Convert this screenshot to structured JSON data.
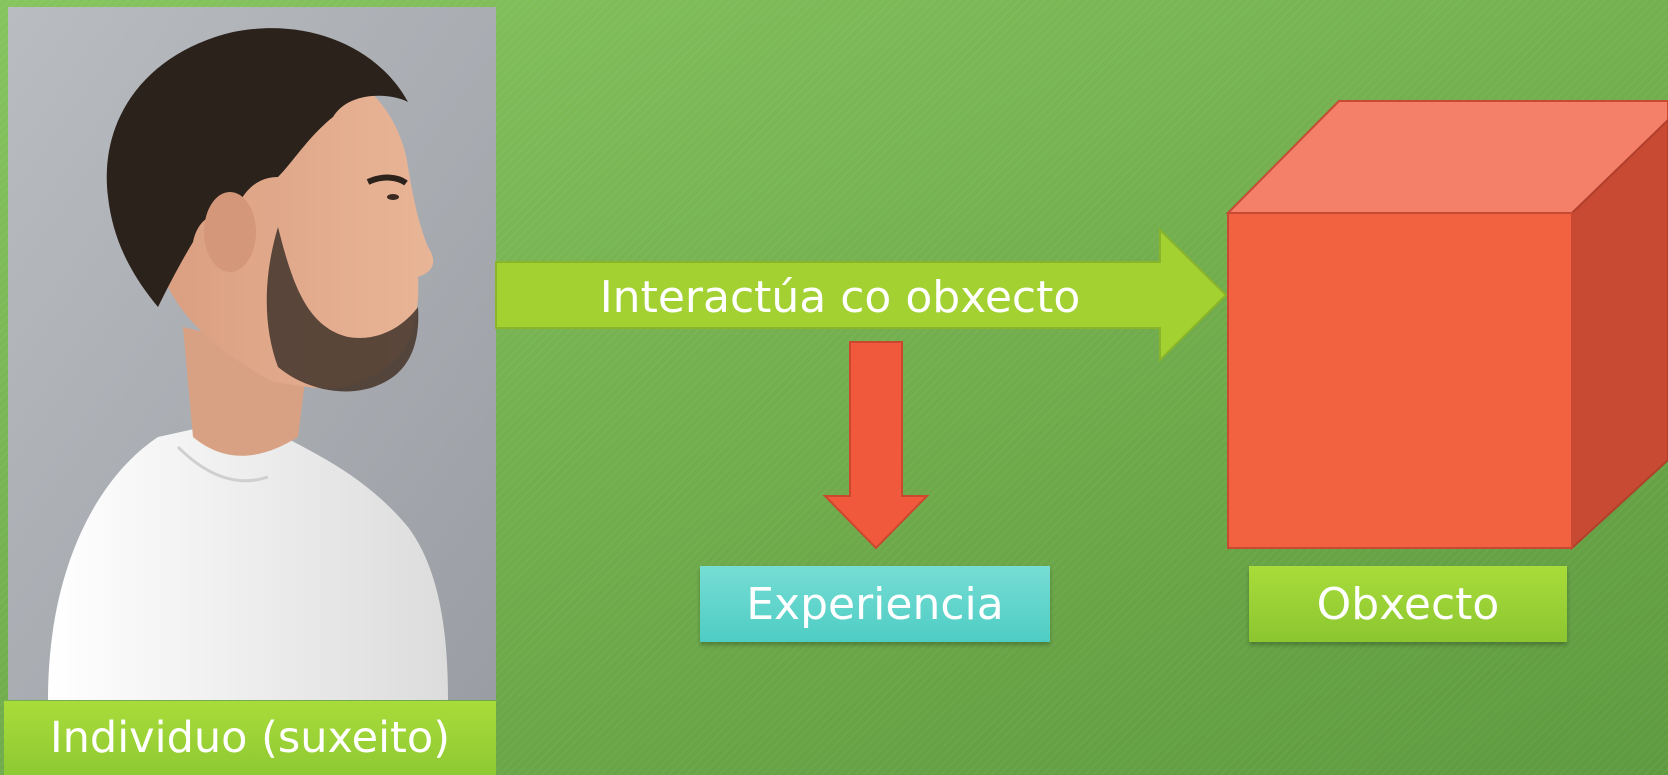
{
  "subject": {
    "label": "Individuo (suxeito)"
  },
  "interaction": {
    "label": "Interactúa co obxecto"
  },
  "experience": {
    "label": "Experiencia"
  },
  "object": {
    "label": "Obxecto"
  },
  "colors": {
    "background": "#74b04f",
    "green_arrow": "#a3d132",
    "red_arrow": "#f0593c",
    "cube_front": "#f26241",
    "cube_top": "#f4806a",
    "cube_side": "#c94a33",
    "experience_box": "#5fd3ca",
    "green_box": "#9cd136"
  }
}
